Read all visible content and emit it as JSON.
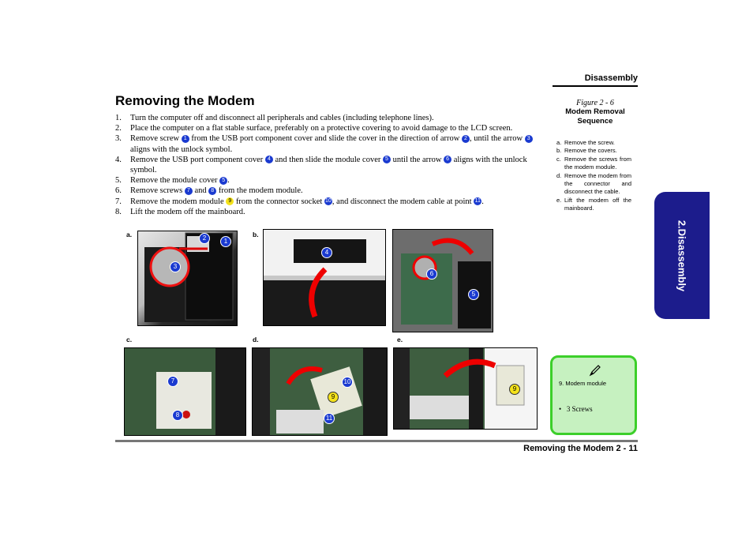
{
  "header": {
    "section": "Disassembly"
  },
  "title": "Removing the Modem",
  "steps": [
    {
      "num": "1.",
      "text": "Turn the computer off and disconnect all peripherals and cables (including telephone lines)."
    },
    {
      "num": "2.",
      "text": "Place the computer on a flat stable surface, preferably on a protective covering to avoid damage to the LCD screen."
    },
    {
      "num": "3.",
      "a": "Remove screw",
      "c1": "1",
      "b": "from the USB port component cover and slide the cover in the direction of arrow",
      "c2": "2",
      "c": ", until the arrow",
      "c3": "3",
      "d": "aligns with the unlock symbol."
    },
    {
      "num": "4.",
      "a": "Remove the USB port component cover",
      "c1": "4",
      "b": "and then slide the module cover",
      "c2": "5",
      "c": "until the arrow",
      "c3": "6",
      "d": "aligns with the unlock symbol."
    },
    {
      "num": "5.",
      "a": "Remove the module cover",
      "c1": "5",
      "b": "."
    },
    {
      "num": "6.",
      "a": "Remove screws",
      "c1": "7",
      "b": "and",
      "c2": "8",
      "c": "from the modem module."
    },
    {
      "num": "7.",
      "a": "Remove the modem module",
      "c1": "9",
      "b": "from the connector socket",
      "c2": "10",
      "c": ", and disconnect the modem cable at point",
      "c3": "11",
      "d": "."
    },
    {
      "num": "8.",
      "text": "Lift the modem off the mainboard."
    }
  ],
  "figure": {
    "number": "Figure 2 - 6",
    "title": "Modem Removal Sequence",
    "sequence": [
      {
        "n": "a.",
        "t": "Remove the screw."
      },
      {
        "n": "b.",
        "t": "Remove the covers."
      },
      {
        "n": "c.",
        "t": "Remove the screws from the modem module."
      },
      {
        "n": "d.",
        "t": "Remove the modem from the connector and disconnect the cable."
      },
      {
        "n": "e.",
        "t": "Lift the modem off the mainboard."
      }
    ]
  },
  "side_tab": "2.Disassembly",
  "photos": {
    "a": {
      "label": "a.",
      "callouts": [
        "2",
        "1",
        "3"
      ]
    },
    "b": {
      "label": "b.",
      "callouts": [
        "4",
        "6",
        "5"
      ]
    },
    "c": {
      "label": "c.",
      "callouts": [
        "7",
        "8"
      ]
    },
    "d": {
      "label": "d.",
      "callouts": [
        "10",
        "9",
        "11"
      ]
    },
    "e": {
      "label": "e.",
      "callouts": [
        "9"
      ]
    }
  },
  "note": {
    "icon": "pencil-icon",
    "item": "9. Modem module",
    "bullet": "•",
    "detail": "3 Screws"
  },
  "footer": {
    "text": "Removing the Modem  2  -  11"
  },
  "colors": {
    "callout_blue": "#1a3ad0",
    "callout_yellow": "#f4e21a",
    "tab": "#1c1c8c",
    "note_fill": "#c6f1c0",
    "note_border": "#3ccf2a"
  }
}
